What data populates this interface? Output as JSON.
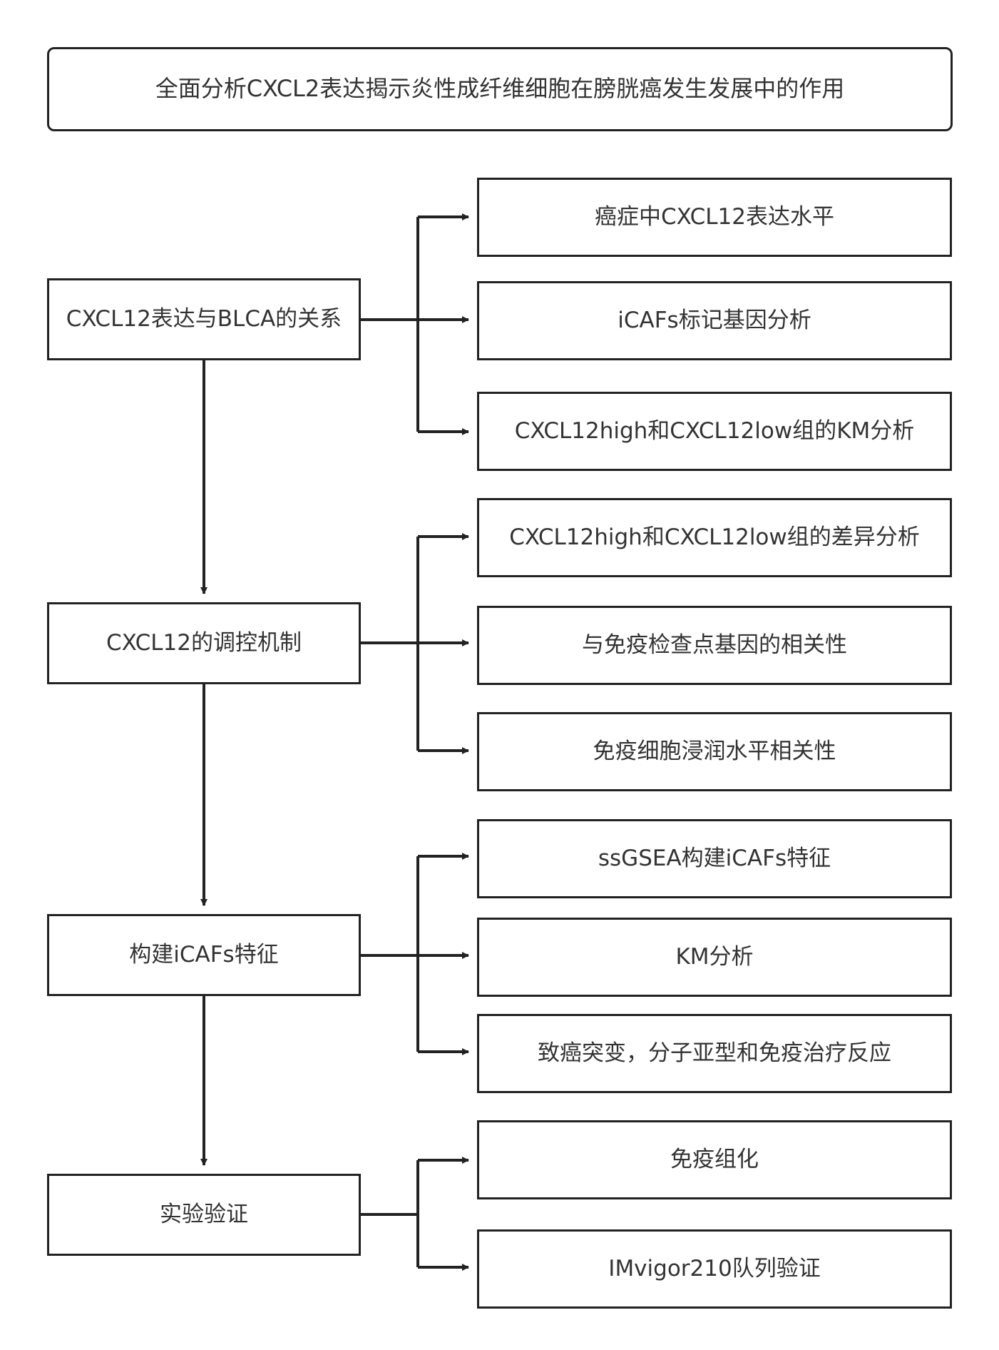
{
  "title": "全面分析CXCL2表达揭示炎性成纤维细胞在膀胱癌发生发展中的作用",
  "main_steps": [
    {
      "label": "CXCL12表达与BLCA的关系",
      "details": [
        "癌症中CXCL12表达水平",
        "iCAFs标记基因分析",
        "CXCL12high和CXCL12low组的KM分析"
      ]
    },
    {
      "label": "CXCL12的调控机制",
      "details": [
        "CXCL12high和CXCL12low组的差异分析",
        "与免疫检查点基因的相关性",
        "免疫细胞浸润水平相关性"
      ]
    },
    {
      "label": "构建iCAFs特征",
      "details": [
        "ssGSEA构建iCAFs特征",
        "KM分析",
        "致癌突变，分子亚型和免疫治疗反应"
      ]
    },
    {
      "label": "实验验证",
      "details": [
        "免疫组化",
        "IMvigor210队列验证"
      ]
    }
  ],
  "colors": {
    "border": "#222222",
    "text": "#333333",
    "background": "#ffffff"
  }
}
